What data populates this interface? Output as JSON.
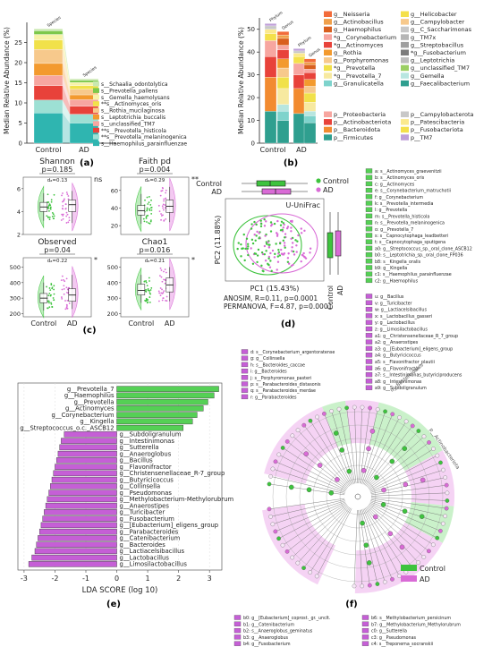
{
  "colors": {
    "control": "#3ec33e",
    "ad": "#d96bd6",
    "control_light": "#b8ecb8",
    "ad_light": "#f2c4f0",
    "lda_green": "#55d055",
    "lda_purple": "#c55fd6"
  },
  "panel_labels": [
    "(a)",
    "(b)",
    "(c)",
    "(d)",
    "(e)",
    "(f)"
  ],
  "chart_data": [
    {
      "id": "a",
      "type": "bar",
      "stacked": true,
      "ylabel": "Median Relative Abundance (%)",
      "categories": [
        "Control",
        "AD"
      ],
      "ylim": [
        0,
        30
      ],
      "yticks": [
        0,
        5,
        10,
        15,
        20,
        25
      ],
      "bar_labels": [
        "Species",
        "Species"
      ],
      "series": [
        {
          "name": "s__Haemophilus_parainfluenzae",
          "color": "#2fb5b0",
          "values": [
            7.5,
            5.0
          ]
        },
        {
          "name": "**s__Prevotella_melaninogenica",
          "color": "#9de0d4",
          "values": [
            3.2,
            2.2
          ]
        },
        {
          "name": "**s__Prevotella_histicola",
          "color": "#e8423a",
          "values": [
            3.6,
            2.0
          ]
        },
        {
          "name": "s__unclassified_TM7",
          "color": "#f7a6a0",
          "values": [
            2.5,
            1.6
          ]
        },
        {
          "name": "s__Leptotrichia_buccalis",
          "color": "#f39a2e",
          "values": [
            3.0,
            1.2
          ]
        },
        {
          "name": "s__Rothia_mucilaginosa",
          "color": "#f7c98c",
          "values": [
            3.5,
            1.4
          ]
        },
        {
          "name": "**s__Actinomyces_oris",
          "color": "#f1e14a",
          "values": [
            2.3,
            0.9
          ]
        },
        {
          "name": "s__Gemella_haemolysans",
          "color": "#f7f2a8",
          "values": [
            1.4,
            0.8
          ]
        },
        {
          "name": "s__Prevotella_pallens",
          "color": "#7cc84a",
          "values": [
            0.9,
            0.5
          ]
        },
        {
          "name": "s__Schaalia_odontolytica",
          "color": "#c9e8b0",
          "values": [
            0.5,
            0.4
          ]
        }
      ]
    },
    {
      "id": "b",
      "type": "bar",
      "stacked": true,
      "ylabel": "Median Relative Abundance (%)",
      "categories": [
        "Control",
        "AD"
      ],
      "ylim": [
        0,
        55
      ],
      "yticks": [
        0,
        10,
        20,
        30,
        40,
        50
      ],
      "bar_labels": [
        "Phylum",
        "Genus",
        "Phylum",
        "Genus"
      ],
      "phylum_series": [
        {
          "name": "p__Firmicutes",
          "color": "#2f9f8f",
          "values": [
            14,
            13
          ]
        },
        {
          "name": "p__Bacteroidota",
          "color": "#f28b30",
          "values": [
            15,
            11
          ]
        },
        {
          "name": "p__Actinobacteriota",
          "color": "#e8423a",
          "values": [
            9,
            6
          ]
        },
        {
          "name": "p__Proteobacteria",
          "color": "#f7a6a0",
          "values": [
            7,
            5
          ]
        },
        {
          "name": "p__Fusobacteriota",
          "color": "#f4e04a",
          "values": [
            3,
            3
          ]
        },
        {
          "name": "p__Patescibacteria",
          "color": "#fbe98d",
          "values": [
            2,
            1.5
          ]
        },
        {
          "name": "p__Campylobacterota",
          "color": "#c8c8c8",
          "values": [
            1.5,
            1
          ]
        },
        {
          "name": "p__TM7",
          "color": "#bfa0d8",
          "values": [
            1,
            1
          ]
        }
      ],
      "genus_series": [
        {
          "name": "g__Faecalibacterium",
          "color": "#2f9f8f",
          "values": [
            10,
            9
          ]
        },
        {
          "name": "g__Granulicatella",
          "color": "#7ed3cc",
          "values": [
            4,
            3
          ]
        },
        {
          "name": "g__Gemella",
          "color": "#b8e6e0",
          "values": [
            3,
            2
          ]
        },
        {
          "name": "*g__Prevotella_7",
          "color": "#f7e9a0",
          "values": [
            7,
            4
          ]
        },
        {
          "name": "*g__Prevotella",
          "color": "#f1e14a",
          "values": [
            5,
            4
          ]
        },
        {
          "name": "g__Porphyromonas",
          "color": "#f7c98c",
          "values": [
            4,
            3
          ]
        },
        {
          "name": "g__Rothia",
          "color": "#f39a2e",
          "values": [
            4,
            3
          ]
        },
        {
          "name": "*g__Actinomyces",
          "color": "#e8423a",
          "values": [
            4,
            3
          ]
        },
        {
          "name": "*g__Corynebacterium",
          "color": "#f7a6a0",
          "values": [
            2,
            1.5
          ]
        },
        {
          "name": "g__Haemophilus",
          "color": "#d95f1e",
          "values": [
            3,
            2
          ]
        },
        {
          "name": "g__Actinobacillus",
          "color": "#f0a04b",
          "values": [
            1.5,
            1
          ]
        },
        {
          "name": "g__Neisseria",
          "color": "#f26b3a",
          "values": [
            1.5,
            1.5
          ]
        }
      ],
      "legend_genus": [
        "g__Neisseria",
        "g__Helicobacter",
        "g__Actinobacillus",
        "g__Campylobacter",
        "g__Haemophilus",
        "g__C_Saccharimonas",
        "*g__Corynebacterium",
        "g__TM7x",
        "*g__Actinomyces",
        "g__Streptobacillus",
        "g__Rothia",
        "*g__Fusobacterium",
        "g__Porphyromonas",
        "g__Leptotrichia",
        "*g__Prevotella",
        "g__unclassified_TM7",
        "*g__Prevotella_7",
        "g__Gemella",
        "g__Granulicatella",
        "g__Faecalibacterium"
      ],
      "legend_genus_colors": [
        "#f26b3a",
        "#f4e04a",
        "#f0a04b",
        "#f7c98c",
        "#d95f1e",
        "#c8c8c8",
        "#f7a6a0",
        "#b6b6b6",
        "#e8423a",
        "#9e9e9e",
        "#f39a2e",
        "#7c7c7c",
        "#f7c98c",
        "#bdbdbd",
        "#f1e14a",
        "#9bcf63",
        "#f7e9a0",
        "#b8e6e0",
        "#7ed3cc",
        "#2f9f8f"
      ],
      "legend_phylum": [
        "p__Proteobacteria",
        "p__Campylobacterota",
        "p__Actinobacteriota",
        "p__Patescibacteria",
        "p__Bacteroidota",
        "p__Fusobacteriota",
        "p__Firmicutes",
        "p__TM7"
      ],
      "legend_phylum_colors": [
        "#f7a6a0",
        "#c8c8c8",
        "#e8423a",
        "#fbe98d",
        "#f28b30",
        "#f4e04a",
        "#2f9f8f",
        "#bfa0d8"
      ]
    },
    {
      "id": "c",
      "type": "violin_box",
      "categories": [
        "Control",
        "AD"
      ],
      "subplots": [
        {
          "title": "Shannon",
          "p": "p=0.185",
          "d": "dₐ=0.13",
          "sig": "ns",
          "ylim": [
            2,
            7
          ],
          "yticks": [
            2,
            4,
            6
          ],
          "medians": [
            4.4,
            4.6
          ],
          "q1": [
            4.0,
            4.0
          ],
          "q3": [
            4.8,
            5.0
          ],
          "lo": [
            3.2,
            3.0
          ],
          "hi": [
            5.6,
            5.8
          ]
        },
        {
          "title": "Faith pd",
          "p": "p=0.004",
          "d": "dₐ=0.29",
          "sig": "**",
          "ylim": [
            10,
            75
          ],
          "yticks": [
            20,
            40,
            60
          ],
          "medians": [
            37,
            42
          ],
          "q1": [
            32,
            35
          ],
          "q3": [
            43,
            49
          ],
          "lo": [
            22,
            24
          ],
          "hi": [
            56,
            64
          ]
        },
        {
          "title": "Observed",
          "p": "p=0.04",
          "d": "dₐ=0.22",
          "sig": "*",
          "ylim": [
            180,
            560
          ],
          "yticks": [
            200,
            300,
            400,
            500
          ],
          "medians": [
            300,
            320
          ],
          "q1": [
            270,
            280
          ],
          "q3": [
            330,
            360
          ],
          "lo": [
            220,
            230
          ],
          "hi": [
            400,
            450
          ]
        },
        {
          "title": "Chao1",
          "p": "p=0.016",
          "d": "dₐ=0.21",
          "sig": "*",
          "ylim": [
            180,
            560
          ],
          "yticks": [
            200,
            300,
            400,
            500
          ],
          "medians": [
            350,
            385
          ],
          "q1": [
            320,
            340
          ],
          "q3": [
            390,
            430
          ],
          "lo": [
            270,
            280
          ],
          "hi": [
            450,
            500
          ]
        }
      ]
    },
    {
      "id": "d",
      "type": "scatter",
      "title": "U-UniFrac",
      "xlabel": "PC1 (15.43%)",
      "ylabel": "PC2 (11.88%)",
      "legend": [
        "Control",
        "AD"
      ],
      "stats": [
        "ANOSIM, R=0.11, p=0.0001",
        "PERMANOVA, F=4.87, p=0.0001"
      ],
      "side_labels": [
        "Control",
        "AD"
      ]
    },
    {
      "id": "e",
      "type": "bar",
      "orientation": "horizontal",
      "xlabel": "LDA SCORE (log 10)",
      "xlim": [
        -3.2,
        3.4
      ],
      "xticks": [
        -3,
        -2,
        -1,
        0,
        1,
        2,
        3
      ],
      "categories": [
        "g__Prevotella_7",
        "g__Haemophilus",
        "g__Prevotella",
        "g__Actinomyces",
        "g__Corynebacterium",
        "g__Kingella",
        "g__Streptococcus_o.c._ASCB12",
        "g__Subdoligranulum",
        "g__Intestinimonas",
        "g__Sutterella",
        "g__Anaeroglobus",
        "g__Bacillus",
        "g__Flavonifractor",
        "g__Christensenellaceae_R-7_group",
        "g__Butyricicoccus",
        "g__Collinsella",
        "g__Pseudomonas",
        "g__Methylobacterium-Methylorubrum",
        "g__Anaerostipes",
        "g__Turicibacter",
        "g__Fusobacterium",
        "g__[Eubacterium]_eligens_group",
        "g__Parabacteroides",
        "g__Catenibacterium",
        "g__Bacteroides",
        "g__Lactiacelsibacillus",
        "g__Lactobacillus",
        "g__Limosilactobacillus"
      ],
      "values": [
        3.3,
        3.15,
        2.95,
        2.8,
        2.6,
        2.45,
        2.15,
        -1.7,
        -1.8,
        -1.85,
        -1.9,
        -1.95,
        -2.0,
        -2.05,
        -2.1,
        -2.15,
        -2.2,
        -2.25,
        -2.3,
        -2.35,
        -2.4,
        -2.45,
        -2.5,
        -2.55,
        -2.6,
        -2.65,
        -2.75,
        -2.85
      ]
    },
    {
      "id": "f",
      "type": "cladogram",
      "legend": [
        "Control",
        "AD"
      ],
      "labels_outer": [
        "o__Bacteroidales",
        "p__Actinobacteriota"
      ]
    }
  ],
  "d_legend": {
    "control_items": [
      "a: s__Actinomyces_graevenitzii",
      "b: s__Actinomyces_oris",
      "c: g__Actinomyces",
      "e: s__Corynebacterium_matruchotii",
      "f: g__Corynebacterium",
      "k: s__Prevotella_intermedia",
      "l: g__Prevotella",
      "m: s__Prevotella_histicola",
      "n: s__Prevotella_melaninogenica",
      "o: g__Prevotella_7",
      "s: s__Capnocytophaga_leadbetteri",
      "t: s__Capnocytophaga_sputigena",
      "a0: g__Streptococcus_sp._oral_clone_ASCB12",
      "b0: s__Leptotrichia_sp._oral_clone_FP036",
      "b8: s__Kingella_oralis",
      "b9: g__Kingella",
      "c1: s__Haemophilus_parainfluenzae",
      "c2: g__Haemophilus"
    ],
    "ad_items": [
      "u: g__Bacillus",
      "v: g__Turicibacter",
      "w: g__Lactiacelsibacillus",
      "x: s__Lactobacillus_gasseri",
      "y: g__Lactobacillus",
      "z: g__Limosilactobacillus",
      "a1: g__Christensenellaceae_R_7_group",
      "a2: g__Anaerostipes",
      "a3: g__[Eubacterium]_eligens_group",
      "a4: g__Butyricicoccus",
      "a5: s__Flavonifractor_plautii",
      "a6: g__Flavonifractor",
      "a7: s__Intestinimonas_butyriciproducens",
      "a8: g__Intestinimonas",
      "a9: g__Subdoligranulum"
    ],
    "mid_items": [
      "d: s__Corynebacterium_argentoratense",
      "g: g__Collinsella",
      "h: s__Bacteroides_caccae",
      "i: g__Bacteroides",
      "j: s__Porphyromonas_pasteri",
      "p: s__Parabacteroides_distasonis",
      "q: s__Parabacteroides_merdae",
      "r: g__Parabacteroides"
    ],
    "bottom_left": [
      "b0: g__[Eubacterium]_coprost._gr._unclt.",
      "b1: g__Catenibacterium",
      "b2: s__Anaeroglobus_geminatus",
      "b3: g__Anaeroglobus",
      "b4: g__Fusobacterium"
    ],
    "bottom_right": [
      "b6: s__Methylobacterium_persicinum",
      "b7: g__Methylobacterium_Methylorubrum",
      "c0: g__Sutterella",
      "c3: g__Pseudomonas",
      "c4: s__Treponema_socranskii"
    ]
  }
}
